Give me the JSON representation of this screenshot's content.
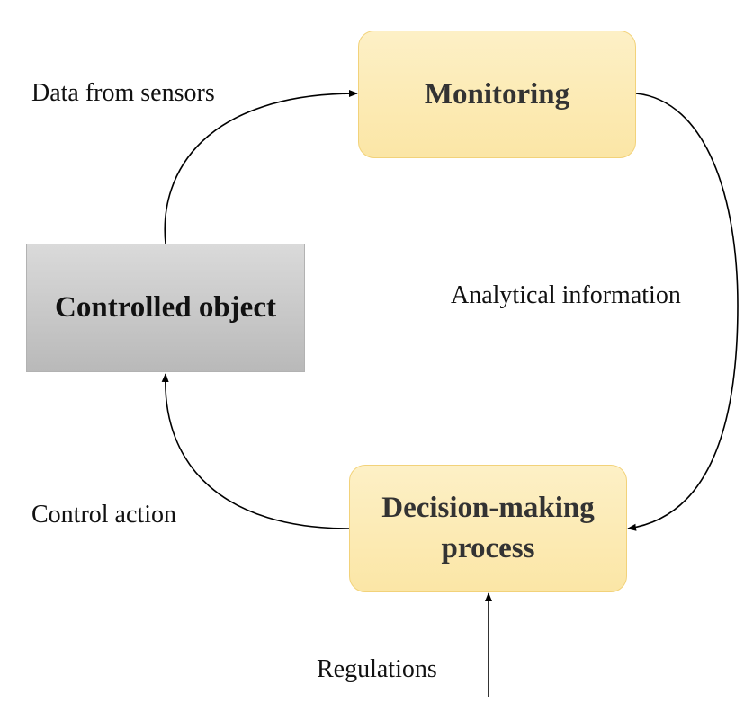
{
  "nodes": {
    "monitoring": {
      "label": "Monitoring"
    },
    "decision": {
      "label_line1": "Decision-making",
      "label_line2": "process"
    },
    "controlled": {
      "label": "Controlled object"
    }
  },
  "edges": {
    "sensors": {
      "label": "Data from sensors"
    },
    "analytical": {
      "label": "Analytical information"
    },
    "control": {
      "label": "Control action"
    },
    "regulations": {
      "label": "Regulations"
    }
  },
  "colors": {
    "process_fill": "#fbe9ad",
    "process_border": "#f2d27a",
    "object_fill": "#c8c8c8",
    "edge": "#000000"
  }
}
